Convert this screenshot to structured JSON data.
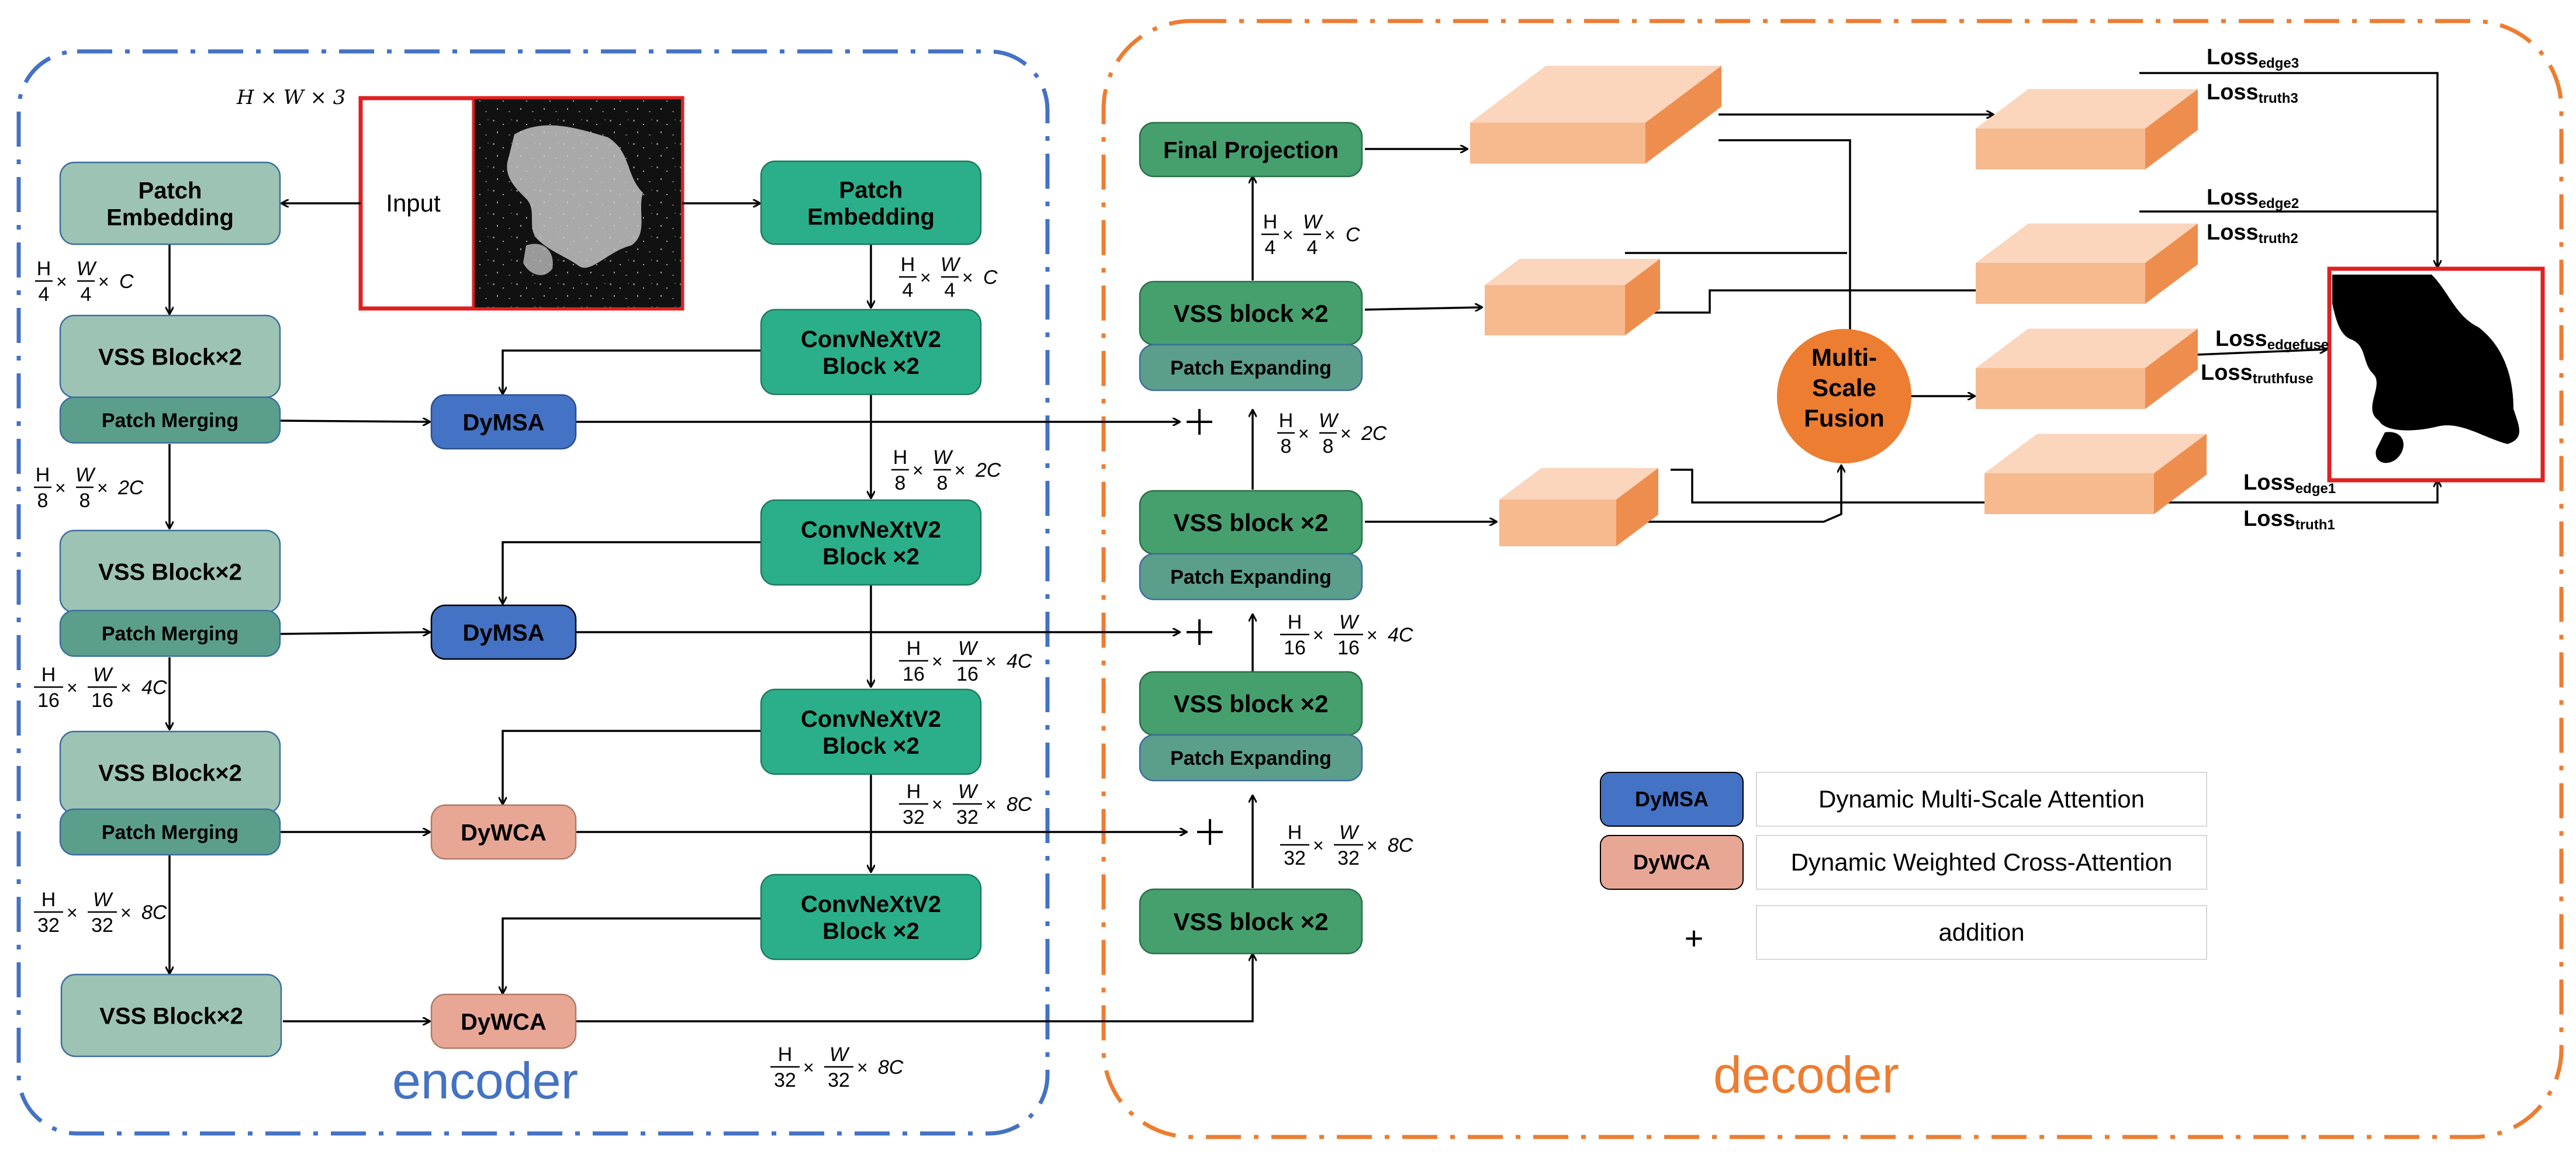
{
  "encoder": {
    "title": "encoder",
    "input_label": "Input",
    "input_dims": "H × W × 3",
    "left_patch_embedding": "Patch\nEmbedding",
    "vss_block": "VSS Block×2",
    "patch_merging": "Patch Merging",
    "right_patch_embedding": "Patch\nEmbedding",
    "convnext_block": "ConvNeXtV2\nBlock ×2",
    "dymsa": "DyMSA",
    "dywca": "DyWCA"
  },
  "decoder": {
    "title": "decoder",
    "final_projection": "Final Projection",
    "vss_block": "VSS block ×2",
    "patch_expanding": "Patch Expanding",
    "fusion": "Multi-\nScale\nFusion",
    "loss_edge3": "edge3",
    "loss_truth3": "truth3",
    "loss_edge2": "edge2",
    "loss_truth2": "truth2",
    "loss_edgefuse": "edgefuse",
    "loss_truthfuse": "truthfuse",
    "loss_edge1": "edge1",
    "loss_truth1": "truth1",
    "loss_word": "Loss"
  },
  "dims": {
    "h4": "H/4 × W/4 × C",
    "h8": "H/8 × W/8 × 2C",
    "h16": "H/16 × W/16 × 4C",
    "h32": "H/32 × W/32 × 8C"
  },
  "legend": {
    "dymsa_key": "DyMSA",
    "dymsa_desc": "Dynamic Multi-Scale Attention",
    "dywca_key": "DyWCA",
    "dywca_desc": "Dynamic Weighted Cross-Attention",
    "plus_key": "+",
    "plus_desc": "addition"
  },
  "colors": {
    "encoder_border": "#4472C4",
    "decoder_border": "#ED7D31",
    "light_green": "#9DC3B4",
    "mid_green": "#5B9E8C",
    "teal_green": "#2BAF8A",
    "dec_green": "#46A06E",
    "dymsa_blue": "#4472C4",
    "dywca_pink": "#E8A795",
    "fusion_orange": "#ED7D31",
    "feature_front": "#F7B98E",
    "feature_top": "#FBD5BC",
    "feature_side": "#ED8E4F"
  }
}
